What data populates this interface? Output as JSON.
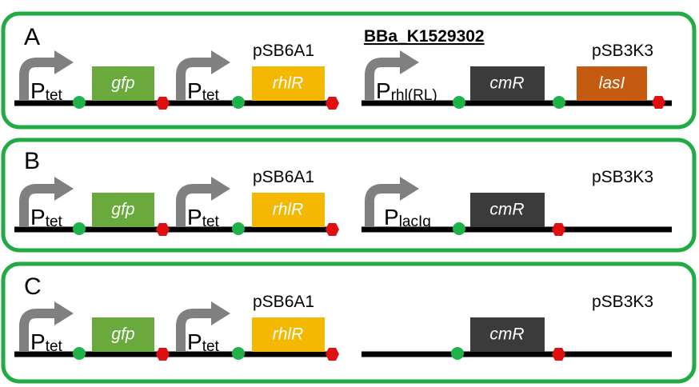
{
  "colors": {
    "frame": "#22aa44",
    "promoter_arrow": "#808080",
    "gfp": "#6aaa3c",
    "rhlR": "#f5b800",
    "cmR": "#3b3b3b",
    "lasI": "#c55a11",
    "rbs": "#1fb24a",
    "terminator": "#e01010",
    "backbone": "#000000"
  },
  "panels": [
    {
      "letter": "A",
      "part_title": "BBa_K1529302",
      "left_plasmid": "pSB6A1",
      "right_plasmid": "pSB3K3",
      "left_promoters": [
        {
          "main": "P",
          "sub": "tet"
        },
        {
          "main": "P",
          "sub": "tet"
        }
      ],
      "left_genes": [
        "gfp",
        "rhlR"
      ],
      "right_promoter": {
        "main": "P",
        "sub": "rhl(RL)"
      },
      "right_genes": [
        "cmR",
        "lasI"
      ]
    },
    {
      "letter": "B",
      "part_title": "",
      "left_plasmid": "pSB6A1",
      "right_plasmid": "pSB3K3",
      "left_promoters": [
        {
          "main": "P",
          "sub": "tet"
        },
        {
          "main": "P",
          "sub": "tet"
        }
      ],
      "left_genes": [
        "gfp",
        "rhlR"
      ],
      "right_promoter": {
        "main": "P",
        "sub": "lacIq"
      },
      "right_genes": [
        "cmR"
      ]
    },
    {
      "letter": "C",
      "part_title": "",
      "left_plasmid": "pSB6A1",
      "right_plasmid": "pSB3K3",
      "left_promoters": [
        {
          "main": "P",
          "sub": "tet"
        },
        {
          "main": "P",
          "sub": "tet"
        }
      ],
      "left_genes": [
        "gfp",
        "rhlR"
      ],
      "right_promoter": null,
      "right_genes": [
        "cmR"
      ]
    }
  ]
}
